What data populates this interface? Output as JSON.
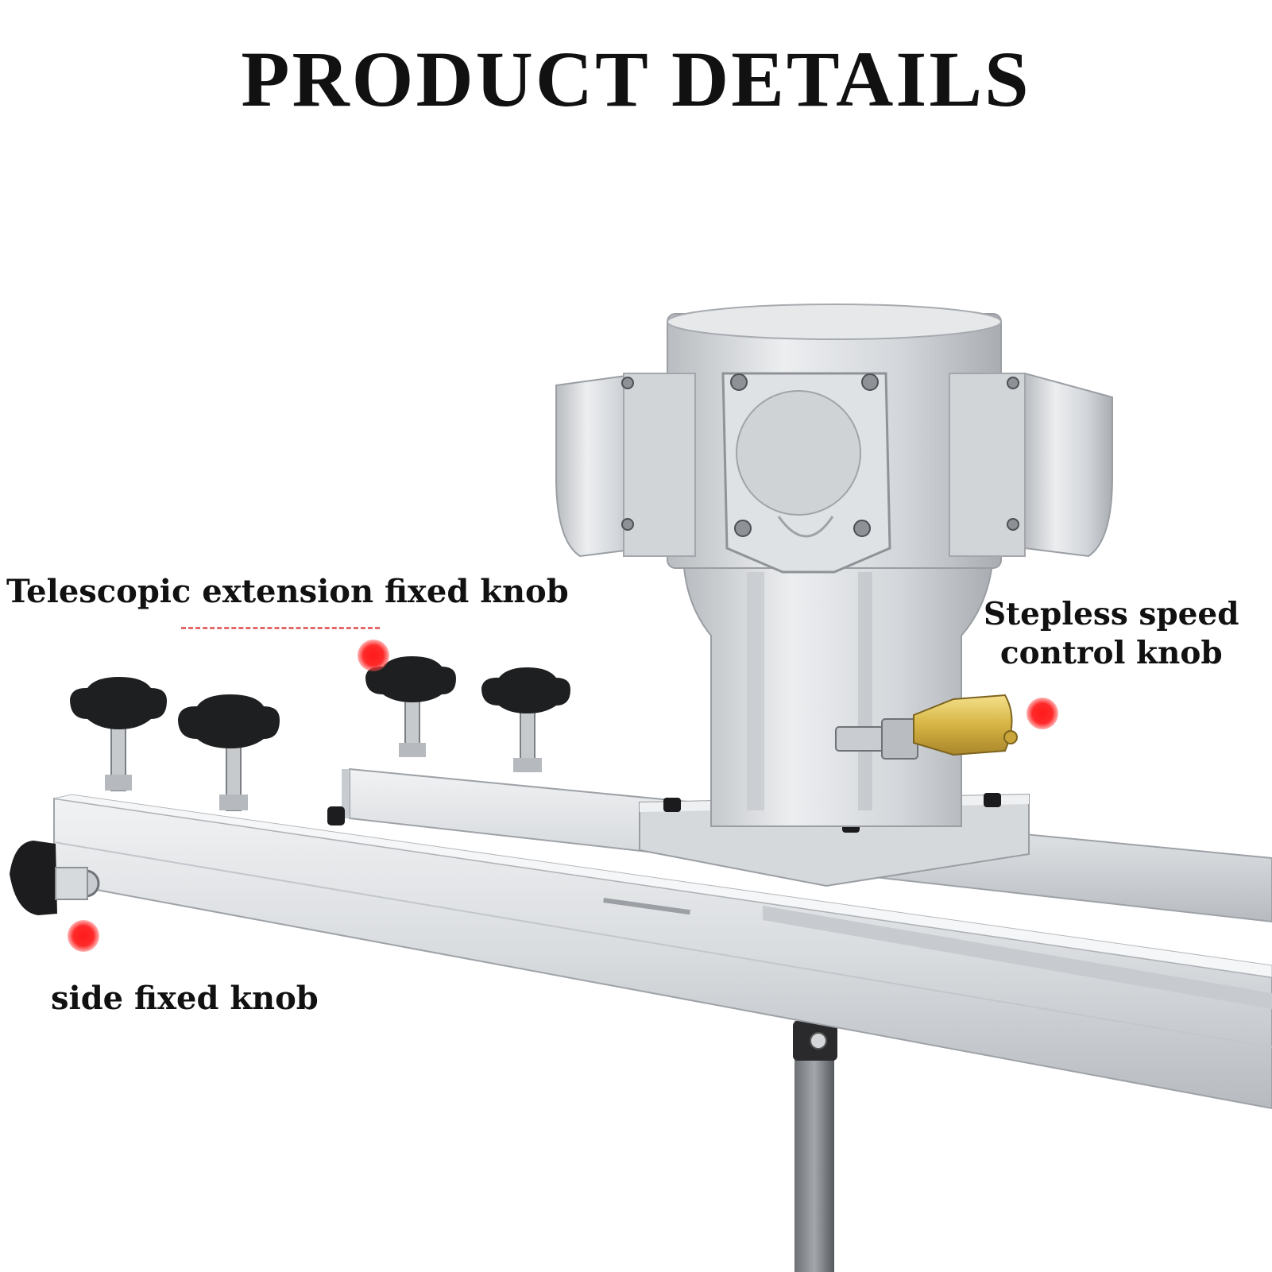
{
  "title": "PRODUCT DETAILS",
  "callouts": {
    "telescopic": "Telescopic extension fixed knob",
    "stepless_line1": "Stepless speed",
    "stepless_line2": "control knob",
    "side": "side fixed knob"
  },
  "colors": {
    "marker": "#ff2020",
    "text": "#111111",
    "background": "#ffffff"
  }
}
